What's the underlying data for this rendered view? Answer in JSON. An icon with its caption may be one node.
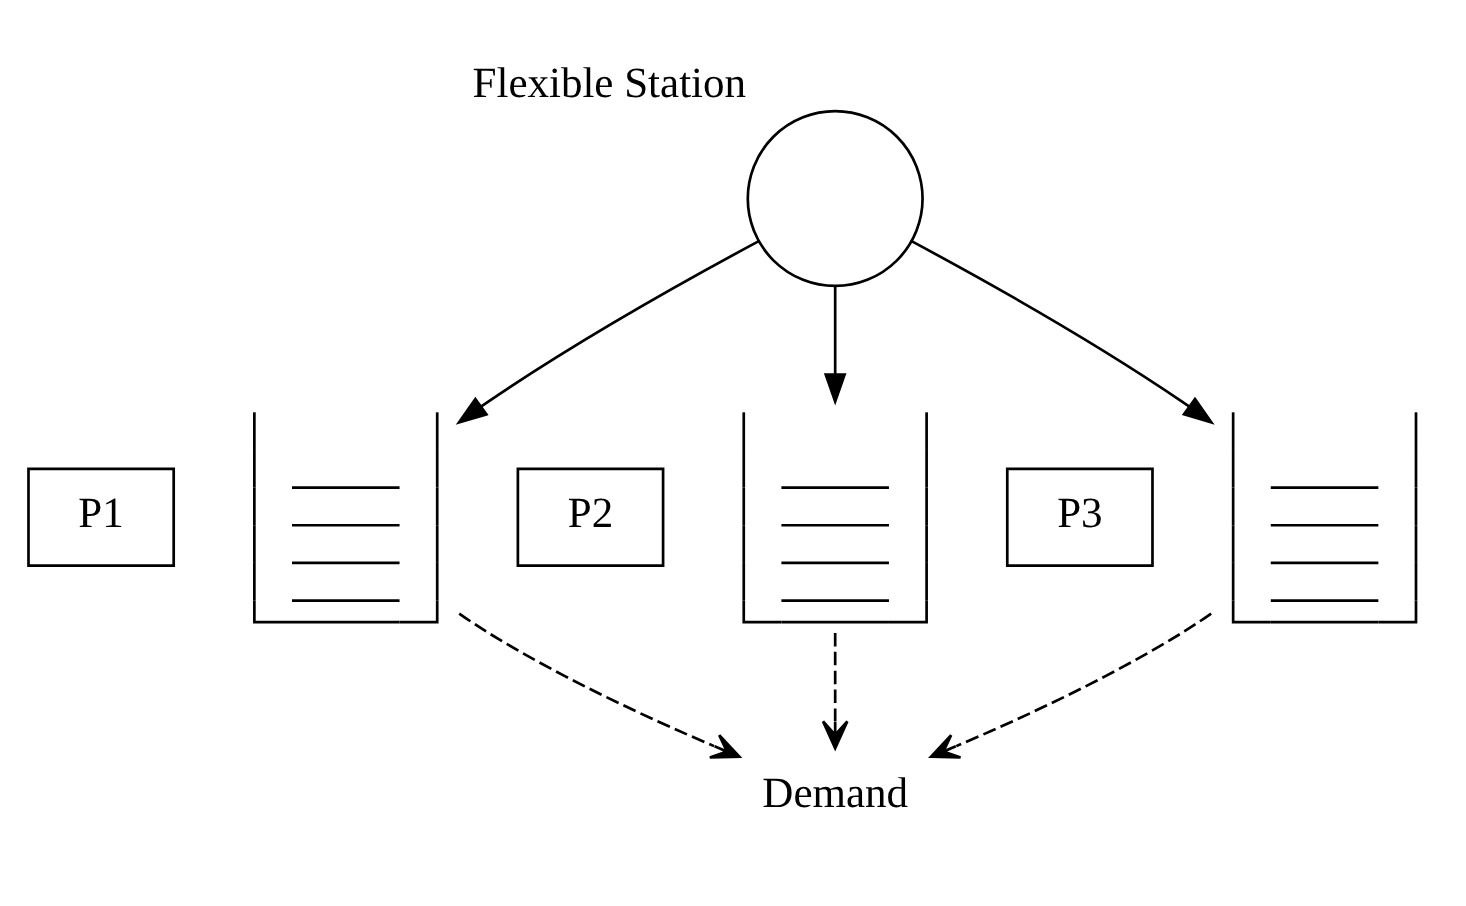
{
  "diagram": {
    "nodes": [
      {
        "text": [],
        "shape": "circle",
        "beside": [
          "Flexible Station"
        ]
      },
      {
        "text": [
          "P1"
        ]
      },
      {
        "text": [],
        "shape": "box"
      },
      {
        "text": [
          "P2"
        ]
      },
      {
        "text": [],
        "shape": "box"
      },
      {
        "text": [
          "P3"
        ]
      },
      {
        "text": [],
        "shape": "box"
      },
      {
        "text": [
          "Demand"
        ]
      }
    ],
    "edges": [
      {
        "from": 0,
        "to": 2,
        "arrow": "to"
      },
      {
        "from": 0,
        "to": 4,
        "arrow": "to"
      },
      {
        "from": 0,
        "to": 6,
        "arrow": "to"
      },
      {
        "from": 2,
        "to": 7,
        "arrow": "to",
        "style": "dashed"
      },
      {
        "from": 4,
        "to": 7,
        "arrow": "to",
        "style": "dashed"
      },
      {
        "from": 6,
        "to": 7,
        "arrow": "to",
        "style": "dashed"
      }
    ]
  }
}
